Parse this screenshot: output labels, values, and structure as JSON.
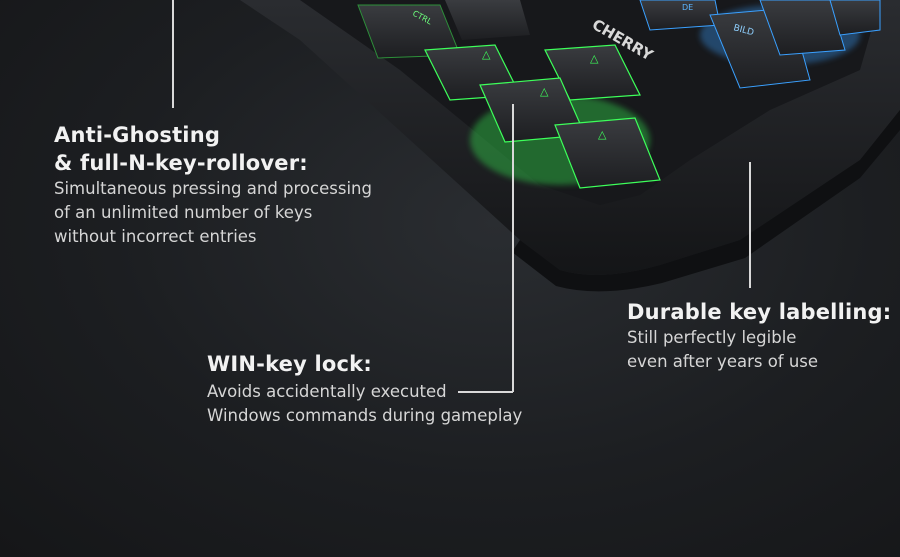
{
  "callouts": [
    {
      "title_line1": "Anti-Ghosting",
      "title_line2": "& full-N-key-rollover:",
      "text_line1": "Simultaneous pressing and processing",
      "text_line2": "of an unlimited number of keys",
      "text_line3": "without incorrect entries"
    },
    {
      "title": "WIN-key lock:",
      "text_line1": "Avoids accidentally executed",
      "text_line2": "Windows commands during gameplay"
    },
    {
      "title": "Durable key labelling:",
      "text_line1": "Still perfectly legible",
      "text_line2": "even after years of use"
    }
  ],
  "keyboard": {
    "brand_logo_text": "CHERRY",
    "key_labels": {
      "ctrl": "CTRL",
      "bild": "BILD",
      "arrow": "△",
      "de": "DE"
    },
    "colors": {
      "green_glow": "#3dff5a",
      "blue_glow": "#3aa0ff",
      "case": "#1f2124"
    }
  }
}
